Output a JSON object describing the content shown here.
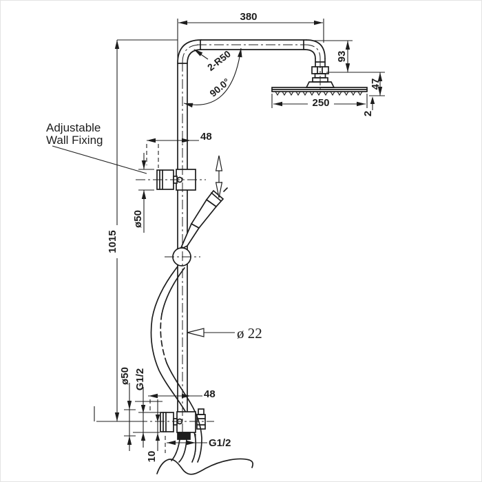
{
  "drawing": {
    "labels": {
      "wall_fixing_line1": "Adjustable",
      "wall_fixing_line2": "Wall Fixing"
    },
    "dims": {
      "top_width": "380",
      "bend_radius": "2-R50",
      "bend_angle": "90.0°",
      "head_drop": "93",
      "head_assembly_height": "47",
      "nozzle_plate_thickness": "2",
      "head_width": "250",
      "upper_bracket_offset": "48",
      "upper_bracket_dia": "ø50",
      "overall_height": "1015",
      "pipe_dia": "ø 22",
      "lower_bracket_dia": "ø50",
      "lower_thread": "G1/2",
      "lower_bracket_offset": "48",
      "outlet_thread": "G1/2",
      "outlet_offset": "10"
    },
    "colors": {
      "line": "#1d1d1d",
      "background": "#ffffff"
    }
  }
}
